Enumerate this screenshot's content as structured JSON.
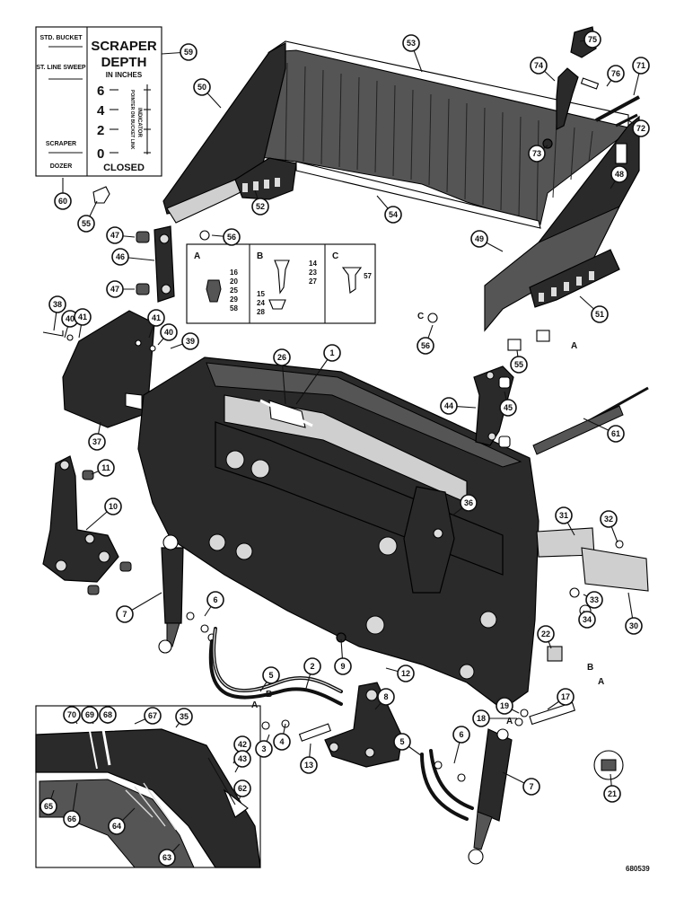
{
  "decal": {
    "left_labels": [
      "STD. BUCKET",
      "ST. LINE SWEEP",
      "SCRAPER",
      "DOZER"
    ],
    "title_line1": "SCRAPER",
    "title_line2": "DEPTH",
    "title_line3": "IN INCHES",
    "depths": [
      "6",
      "4",
      "2",
      "0"
    ],
    "side_text_1": "POINTER ON BUCKET LINK",
    "side_text_2": "INDICATOR",
    "closed_label": "CLOSED"
  },
  "inset_fittings": {
    "A": [
      "16",
      "20",
      "25",
      "29",
      "58"
    ],
    "B_top": [
      "14",
      "23",
      "27"
    ],
    "B_bottom": [
      "15",
      "24",
      "28"
    ],
    "C": [
      "57"
    ]
  },
  "letters": [
    "A",
    "B",
    "C"
  ],
  "callout_numbers": [
    "1",
    "2",
    "3",
    "4",
    "5",
    "5",
    "6",
    "6",
    "7",
    "7",
    "8",
    "9",
    "10",
    "11",
    "12",
    "13",
    "17",
    "18",
    "19",
    "21",
    "22",
    "26",
    "30",
    "31",
    "32",
    "33",
    "34",
    "35",
    "36",
    "37",
    "38",
    "39",
    "40",
    "40",
    "41",
    "41",
    "42",
    "43",
    "44",
    "45",
    "46",
    "47",
    "47",
    "48",
    "49",
    "50",
    "51",
    "52",
    "53",
    "54",
    "55",
    "55",
    "56",
    "56",
    "59",
    "60",
    "61",
    "62",
    "63",
    "64",
    "65",
    "66",
    "67",
    "68",
    "69",
    "70",
    "71",
    "72",
    "73",
    "74",
    "75",
    "76"
  ],
  "reference_number": "680539"
}
